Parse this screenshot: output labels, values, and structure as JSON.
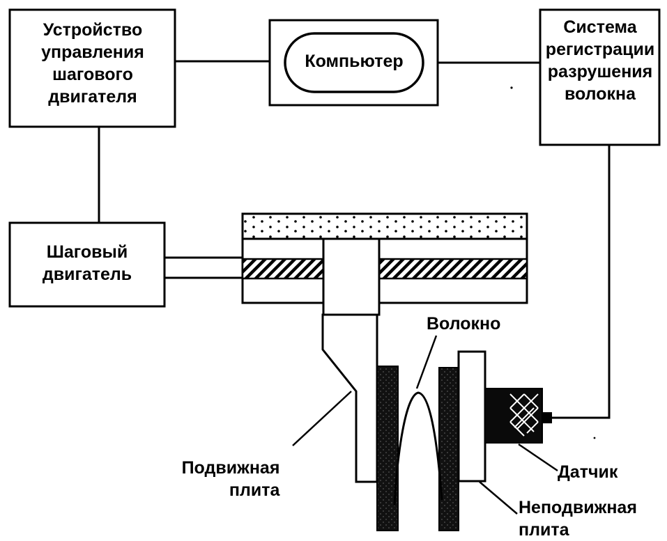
{
  "blocks": {
    "stepper_controller": [
      "Устройство",
      "управления",
      "шагового",
      "двигателя"
    ],
    "computer": "Компьютер",
    "fracture_system": [
      "Система",
      "регистрации",
      "разрушения",
      "волокна"
    ],
    "stepper_motor": [
      "Шаговый",
      "двигатель"
    ]
  },
  "labels": {
    "fiber": "Волокно",
    "movable_plate": [
      "Подвижная",
      "плита"
    ],
    "sensor": "Датчик",
    "fixed_plate": [
      "Неподвижная",
      "плита"
    ]
  }
}
